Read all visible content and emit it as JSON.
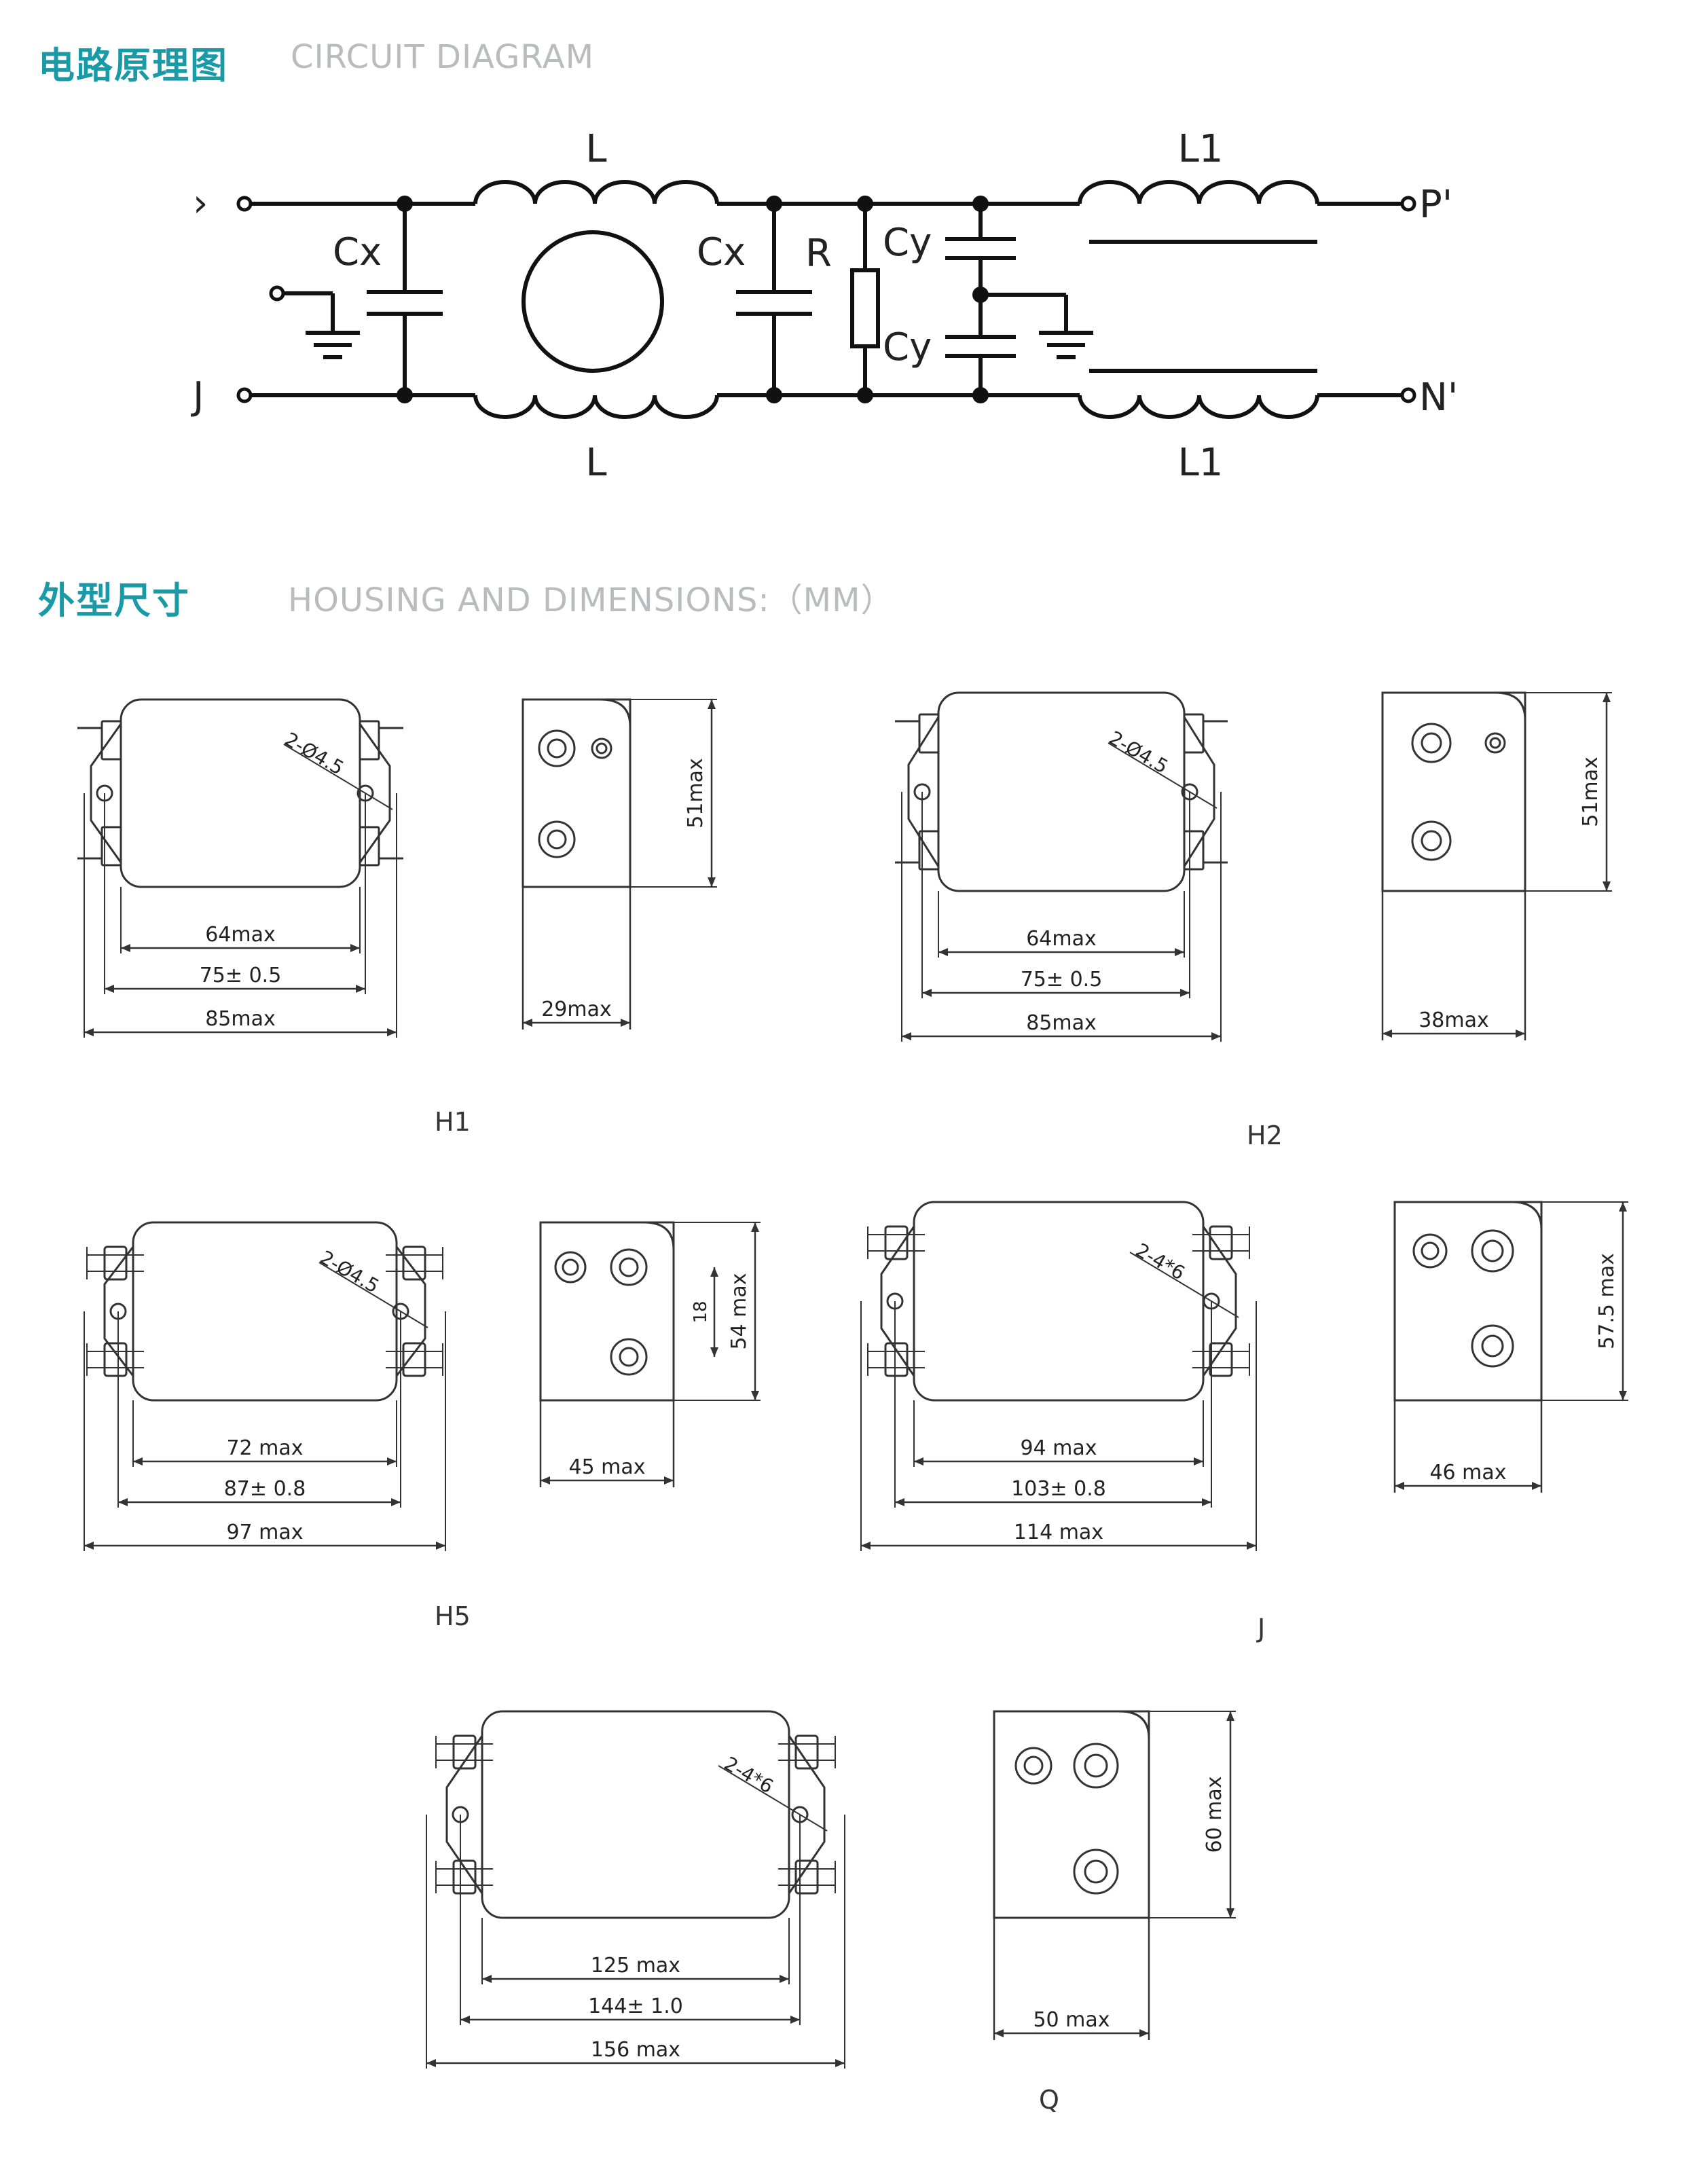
{
  "sections": {
    "circuit": {
      "zh": "电路原理图",
      "en": "CIRCUIT DIAGRAM"
    },
    "housing": {
      "zh": "外型尺寸",
      "en": "HOUSING AND DIMENSIONS:（MM）"
    }
  },
  "circuit": {
    "labels": {
      "L_top": "L",
      "L_bottom": "L",
      "L1_top": "L1",
      "L1_bottom": "L1",
      "cx_left": "Cx",
      "cx_right": "Cx",
      "r": "R",
      "cy_top": "Cy",
      "cy_bottom": "Cy",
      "p_out": "P'",
      "n_out": "N'",
      "p_in": "›",
      "n_in": "J"
    }
  },
  "models": {
    "H1": {
      "name": "H1",
      "hole": "2-Ø4.5",
      "w1": "64max",
      "w2": "75± 0.5",
      "w3": "85max",
      "depth": "29max",
      "height": "51max"
    },
    "H2": {
      "name": "H2",
      "hole": "2-Ø4.5",
      "w1": "64max",
      "w2": "75± 0.5",
      "w3": "85max",
      "depth": "38max",
      "height": "51max"
    },
    "H5": {
      "name": "H5",
      "hole": "2-Ø4.5",
      "w1": "72 max",
      "w2": "87± 0.8",
      "w3": "97 max",
      "depth": "45 max",
      "height": "54 max",
      "spacing": "18"
    },
    "J": {
      "name": "J",
      "hole": "2-4*6",
      "w1": "94 max",
      "w2": "103± 0.8",
      "w3": "114 max",
      "depth": "46 max",
      "height": "57.5 max"
    },
    "Q": {
      "name": "Q",
      "hole": "2-4*6",
      "w1": "125 max",
      "w2": "144± 1.0",
      "w3": "156 max",
      "depth": "50 max",
      "height": "60 max"
    }
  }
}
